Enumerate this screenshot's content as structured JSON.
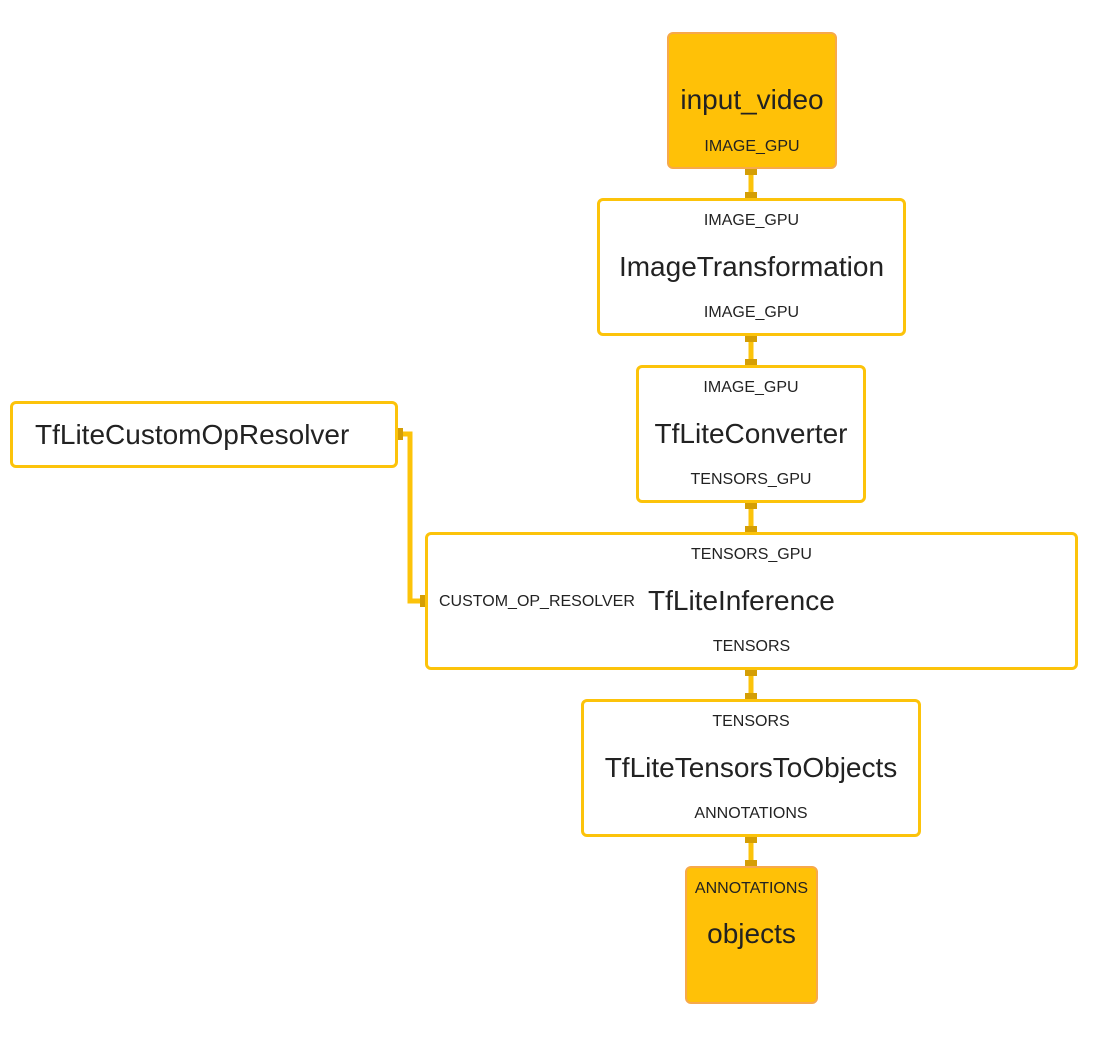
{
  "colors": {
    "edge": "#fcc30a",
    "port": "#d49e05",
    "node_border": "#fcc30a",
    "stream_fill": "#ffc107",
    "stream_border": "#f7a94b",
    "text": "#222222"
  },
  "nodes": {
    "input_video": {
      "title": "input_video",
      "output": "IMAGE_GPU"
    },
    "image_transformation": {
      "title": "ImageTransformation",
      "input": "IMAGE_GPU",
      "output": "IMAGE_GPU"
    },
    "tflite_converter": {
      "title": "TfLiteConverter",
      "input": "IMAGE_GPU",
      "output": "TENSORS_GPU"
    },
    "tflite_custom_op_resolver": {
      "title": "TfLiteCustomOpResolver"
    },
    "tflite_inference": {
      "title": "TfLiteInference",
      "input": "TENSORS_GPU",
      "side_input": "CUSTOM_OP_RESOLVER",
      "output": "TENSORS"
    },
    "tflite_tensors_to_objects": {
      "title": "TfLiteTensorsToObjects",
      "input": "TENSORS",
      "output": "ANNOTATIONS"
    },
    "objects": {
      "title": "objects",
      "input": "ANNOTATIONS"
    }
  }
}
